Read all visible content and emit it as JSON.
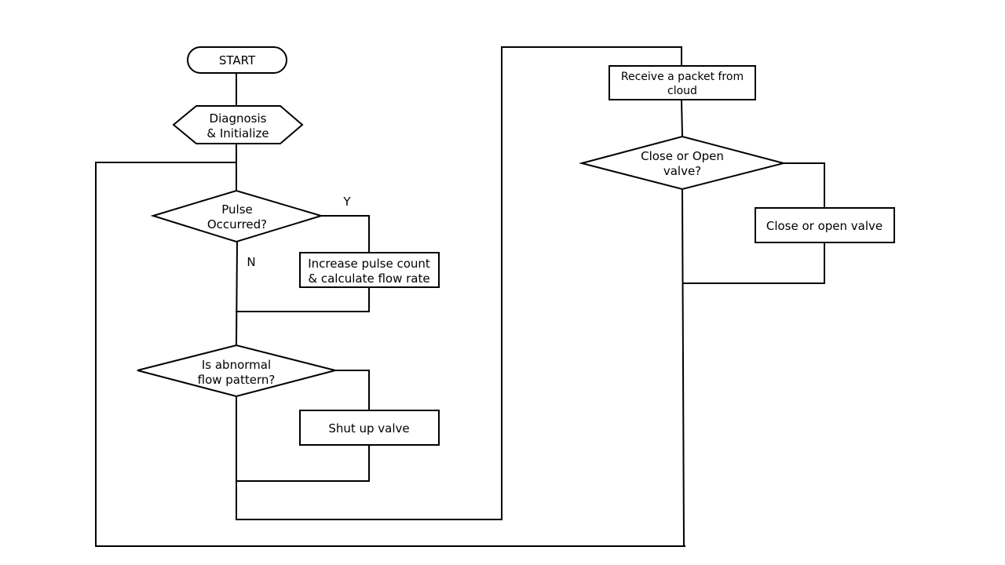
{
  "flowchart": {
    "start": "START",
    "init": [
      "Diagnosis",
      "& Initialize"
    ],
    "pulse_decision": [
      "Pulse",
      "Occurred?"
    ],
    "yes_label": "Y",
    "no_label": "N",
    "increase_box": [
      "Increase pulse count",
      "& calculate flow rate"
    ],
    "abnormal_decision": [
      "Is abnormal",
      "flow pattern?"
    ],
    "shut_box": "Shut up valve",
    "receive_box": [
      "Receive a packet from",
      "cloud"
    ],
    "valve_decision": [
      "Close or Open",
      "valve?"
    ],
    "valve_box": "Close or open valve"
  }
}
